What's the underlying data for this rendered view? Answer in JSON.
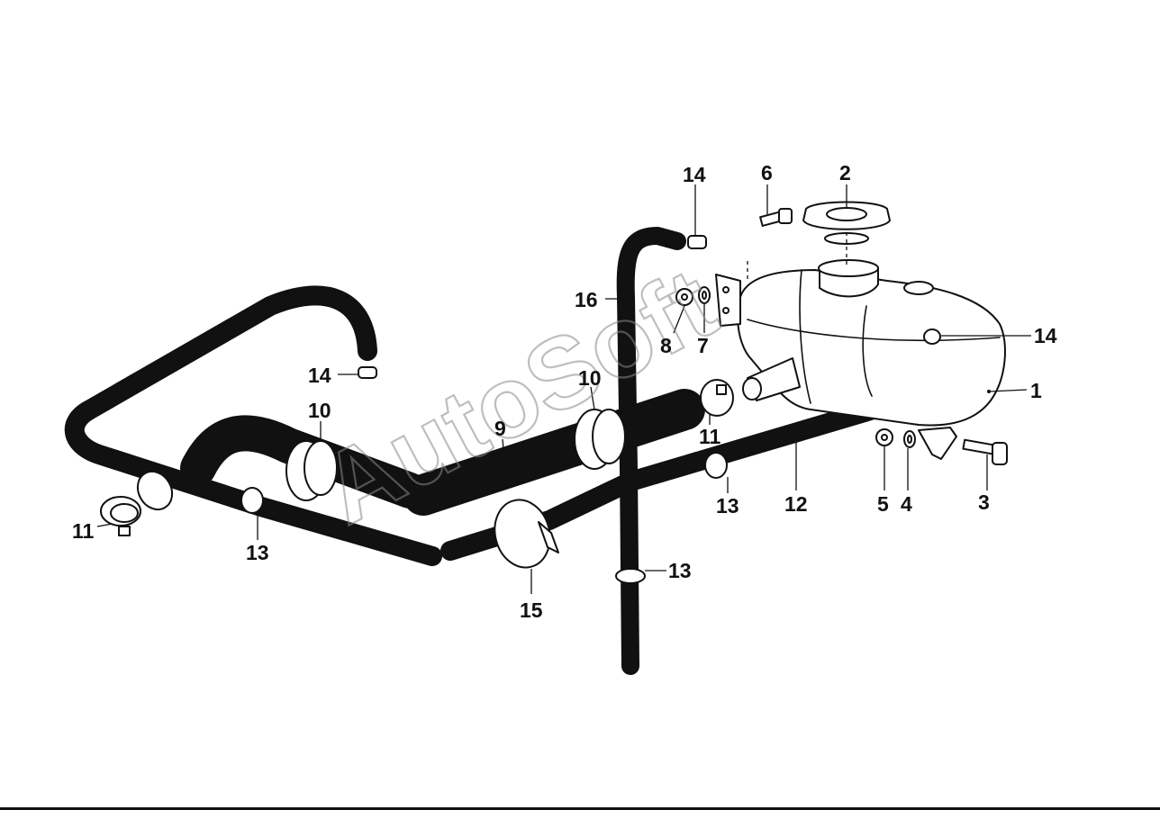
{
  "watermark": "AutoSoft",
  "callouts": [
    {
      "id": "c1",
      "text": "1"
    },
    {
      "id": "c2",
      "text": "2"
    },
    {
      "id": "c3",
      "text": "3"
    },
    {
      "id": "c4",
      "text": "4"
    },
    {
      "id": "c5",
      "text": "5"
    },
    {
      "id": "c6",
      "text": "6"
    },
    {
      "id": "c7",
      "text": "7"
    },
    {
      "id": "c8",
      "text": "8"
    },
    {
      "id": "c9",
      "text": "9"
    },
    {
      "id": "c10a",
      "text": "10"
    },
    {
      "id": "c10b",
      "text": "10"
    },
    {
      "id": "c11a",
      "text": "11"
    },
    {
      "id": "c11b",
      "text": "11"
    },
    {
      "id": "c12",
      "text": "12"
    },
    {
      "id": "c13a",
      "text": "13"
    },
    {
      "id": "c13b",
      "text": "13"
    },
    {
      "id": "c13c",
      "text": "13"
    },
    {
      "id": "c14a",
      "text": "14"
    },
    {
      "id": "c14b",
      "text": "14"
    },
    {
      "id": "c14c",
      "text": "14"
    },
    {
      "id": "c15",
      "text": "15"
    },
    {
      "id": "c16",
      "text": "16"
    }
  ]
}
